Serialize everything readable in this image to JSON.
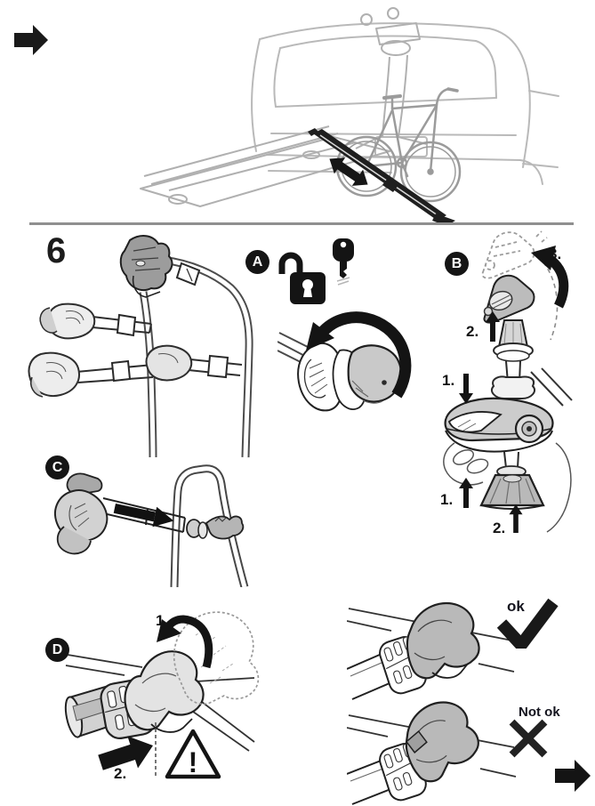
{
  "step": {
    "number": "6",
    "substep_a": {
      "badge": "A"
    },
    "substep_b": {
      "badge": "B",
      "label_1_upper": "1.",
      "label_2_upper": "2.",
      "label_3": "3.",
      "label_1_lower": "1.",
      "label_2_lower": "2."
    },
    "substep_c": {
      "badge": "C"
    },
    "substep_d": {
      "badge": "D",
      "label_1": "1.",
      "label_2": "2.",
      "warning_mark": "!"
    }
  },
  "verdicts": {
    "ok": "ok",
    "not_ok": "Not ok"
  },
  "icons": {
    "prev_page": "solid-right-arrow",
    "next_page": "solid-right-arrow",
    "unlock": "open-padlock",
    "key": "key",
    "rotate": "curved-rotation-arrow",
    "slide": "double-headed-arrow",
    "direction_up": "solid-up-arrow",
    "direction_down": "solid-down-arrow",
    "push": "solid-right-arrow",
    "warning": "triangle-exclamation",
    "ok_check": "checkmark",
    "not_ok_cross": "x-mark"
  },
  "colors": {
    "ink": "#1a1a1a",
    "outline": "#2a2a2a",
    "part_gray": "#c6c6c6",
    "part_light": "#e6e6e6",
    "vehicle_line": "#b9b9b9",
    "bike_line": "#9b9b9b",
    "ghost_line": "#9c9c9c",
    "divider": "#8f8f8f",
    "background": "#ffffff"
  }
}
